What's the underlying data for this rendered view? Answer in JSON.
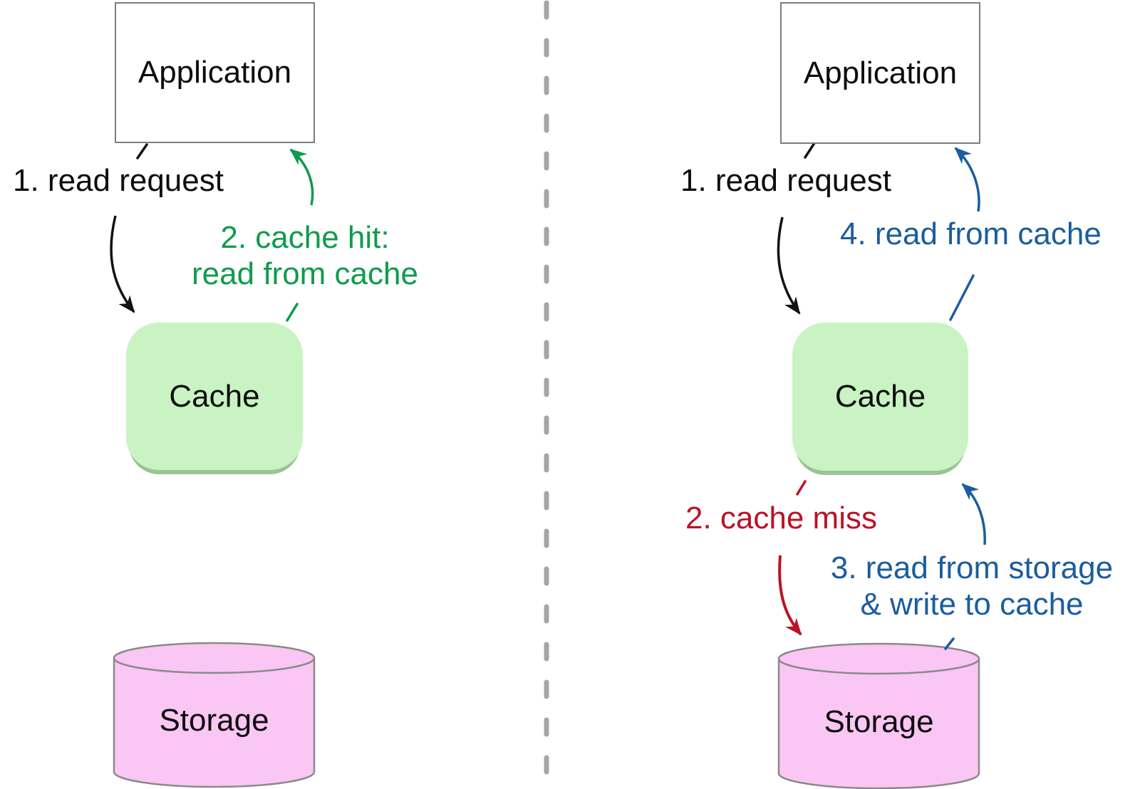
{
  "colors": {
    "green_accent": "#0f9b4c",
    "blue_accent": "#1b5d9e",
    "red_accent": "#bb1226",
    "black_ink": "#121212",
    "text_color": "#0d0d0d",
    "cache_fill": "#c9f3c3",
    "cache_shadow": "#99c493",
    "storage_fill": "#fac6f3",
    "storage_border": "#8a8a8a",
    "app_border": "#7d7d7d",
    "divider_gray": "#a5a5a5"
  },
  "left_panel": {
    "application_label": "Application",
    "cache_label": "Cache",
    "storage_label": "Storage",
    "annotations": {
      "read_request": "1. read request",
      "cache_hit": "2. cache hit:\nread from cache"
    }
  },
  "right_panel": {
    "application_label": "Application",
    "cache_label": "Cache",
    "storage_label": "Storage",
    "annotations": {
      "read_request": "1. read request",
      "cache_miss": "2. cache miss",
      "read_from_storage": "3. read from storage\n& write to cache",
      "read_from_cache": "4. read from cache"
    }
  }
}
